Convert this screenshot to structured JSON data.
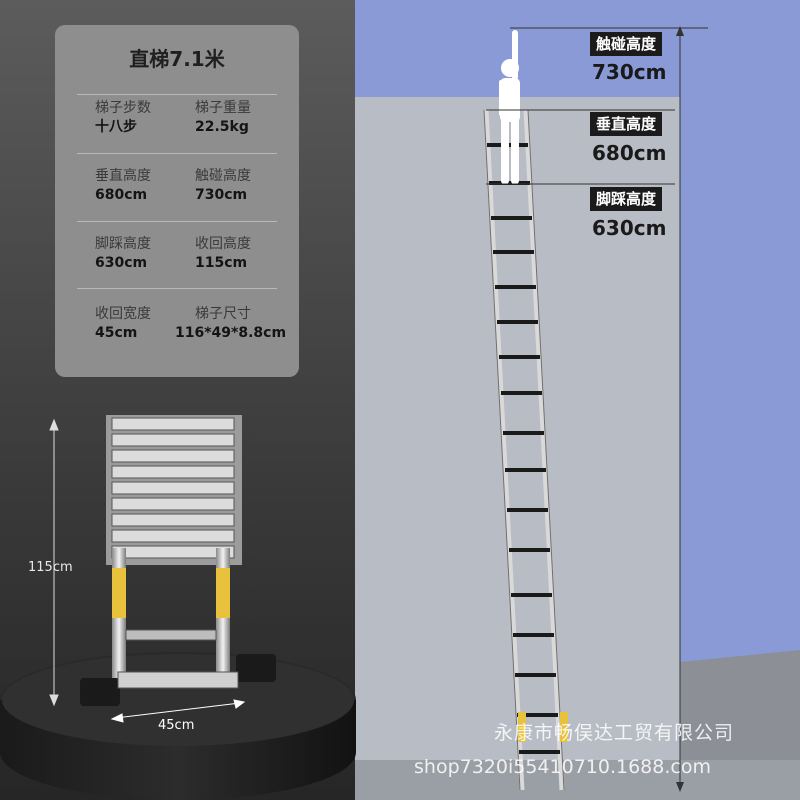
{
  "card": {
    "title": "直梯7.1米",
    "rows": [
      [
        {
          "label": "梯子步数",
          "value": "十八步"
        },
        {
          "label": "梯子重量",
          "value": "22.5kg"
        }
      ],
      [
        {
          "label": "垂直高度",
          "value": "680cm"
        },
        {
          "label": "触碰高度",
          "value": "730cm"
        }
      ],
      [
        {
          "label": "脚踩高度",
          "value": "630cm"
        },
        {
          "label": "收回高度",
          "value": "115cm"
        }
      ],
      [
        {
          "label": "收回宽度",
          "value": "45cm"
        },
        {
          "label": "梯子尺寸",
          "value": "116*49*8.8cm"
        }
      ]
    ]
  },
  "heights": [
    {
      "label": "触碰高度",
      "value": "730cm"
    },
    {
      "label": "垂直高度",
      "value": "680cm"
    },
    {
      "label": "脚踩高度",
      "value": "630cm"
    }
  ],
  "collapsed": {
    "height": "115cm",
    "width": "45cm"
  },
  "watermark": {
    "company": "永康市畅俣达工贸有限公司",
    "shop": "shop7320i55410710.1688.com"
  },
  "colors": {
    "left_bg_top": "#5a5a5a",
    "right_bg": "#8a9ad6",
    "wall": "#b8bcc4",
    "floor": "#8c8f96",
    "card": "#8e8e8e"
  }
}
